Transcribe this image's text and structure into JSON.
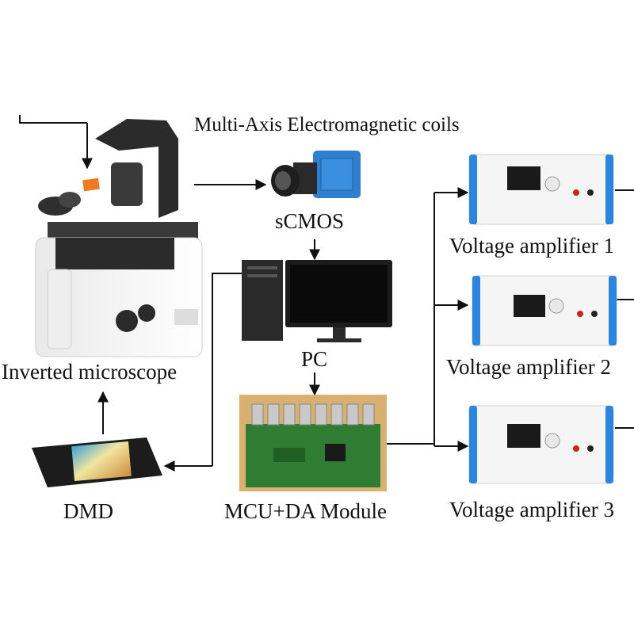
{
  "labels": {
    "coils": "Multi-Axis Electromagnetic coils",
    "scmos": "sCMOS",
    "microscope": "Inverted microscope",
    "pc": "PC",
    "dmd": "DMD",
    "mcu": "MCU+DA Module",
    "amp1": "Voltage amplifier 1",
    "amp2": "Voltage amplifier 2",
    "amp3": "Voltage amplifier 3"
  },
  "colors": {
    "line": "#111111",
    "camera_blue": "#2f7fd0",
    "amp_blue": "#2a86e0",
    "pcb_green": "#2f7d32",
    "pcb_board": "#d8b070",
    "microscope_orange": "#f07a20"
  }
}
